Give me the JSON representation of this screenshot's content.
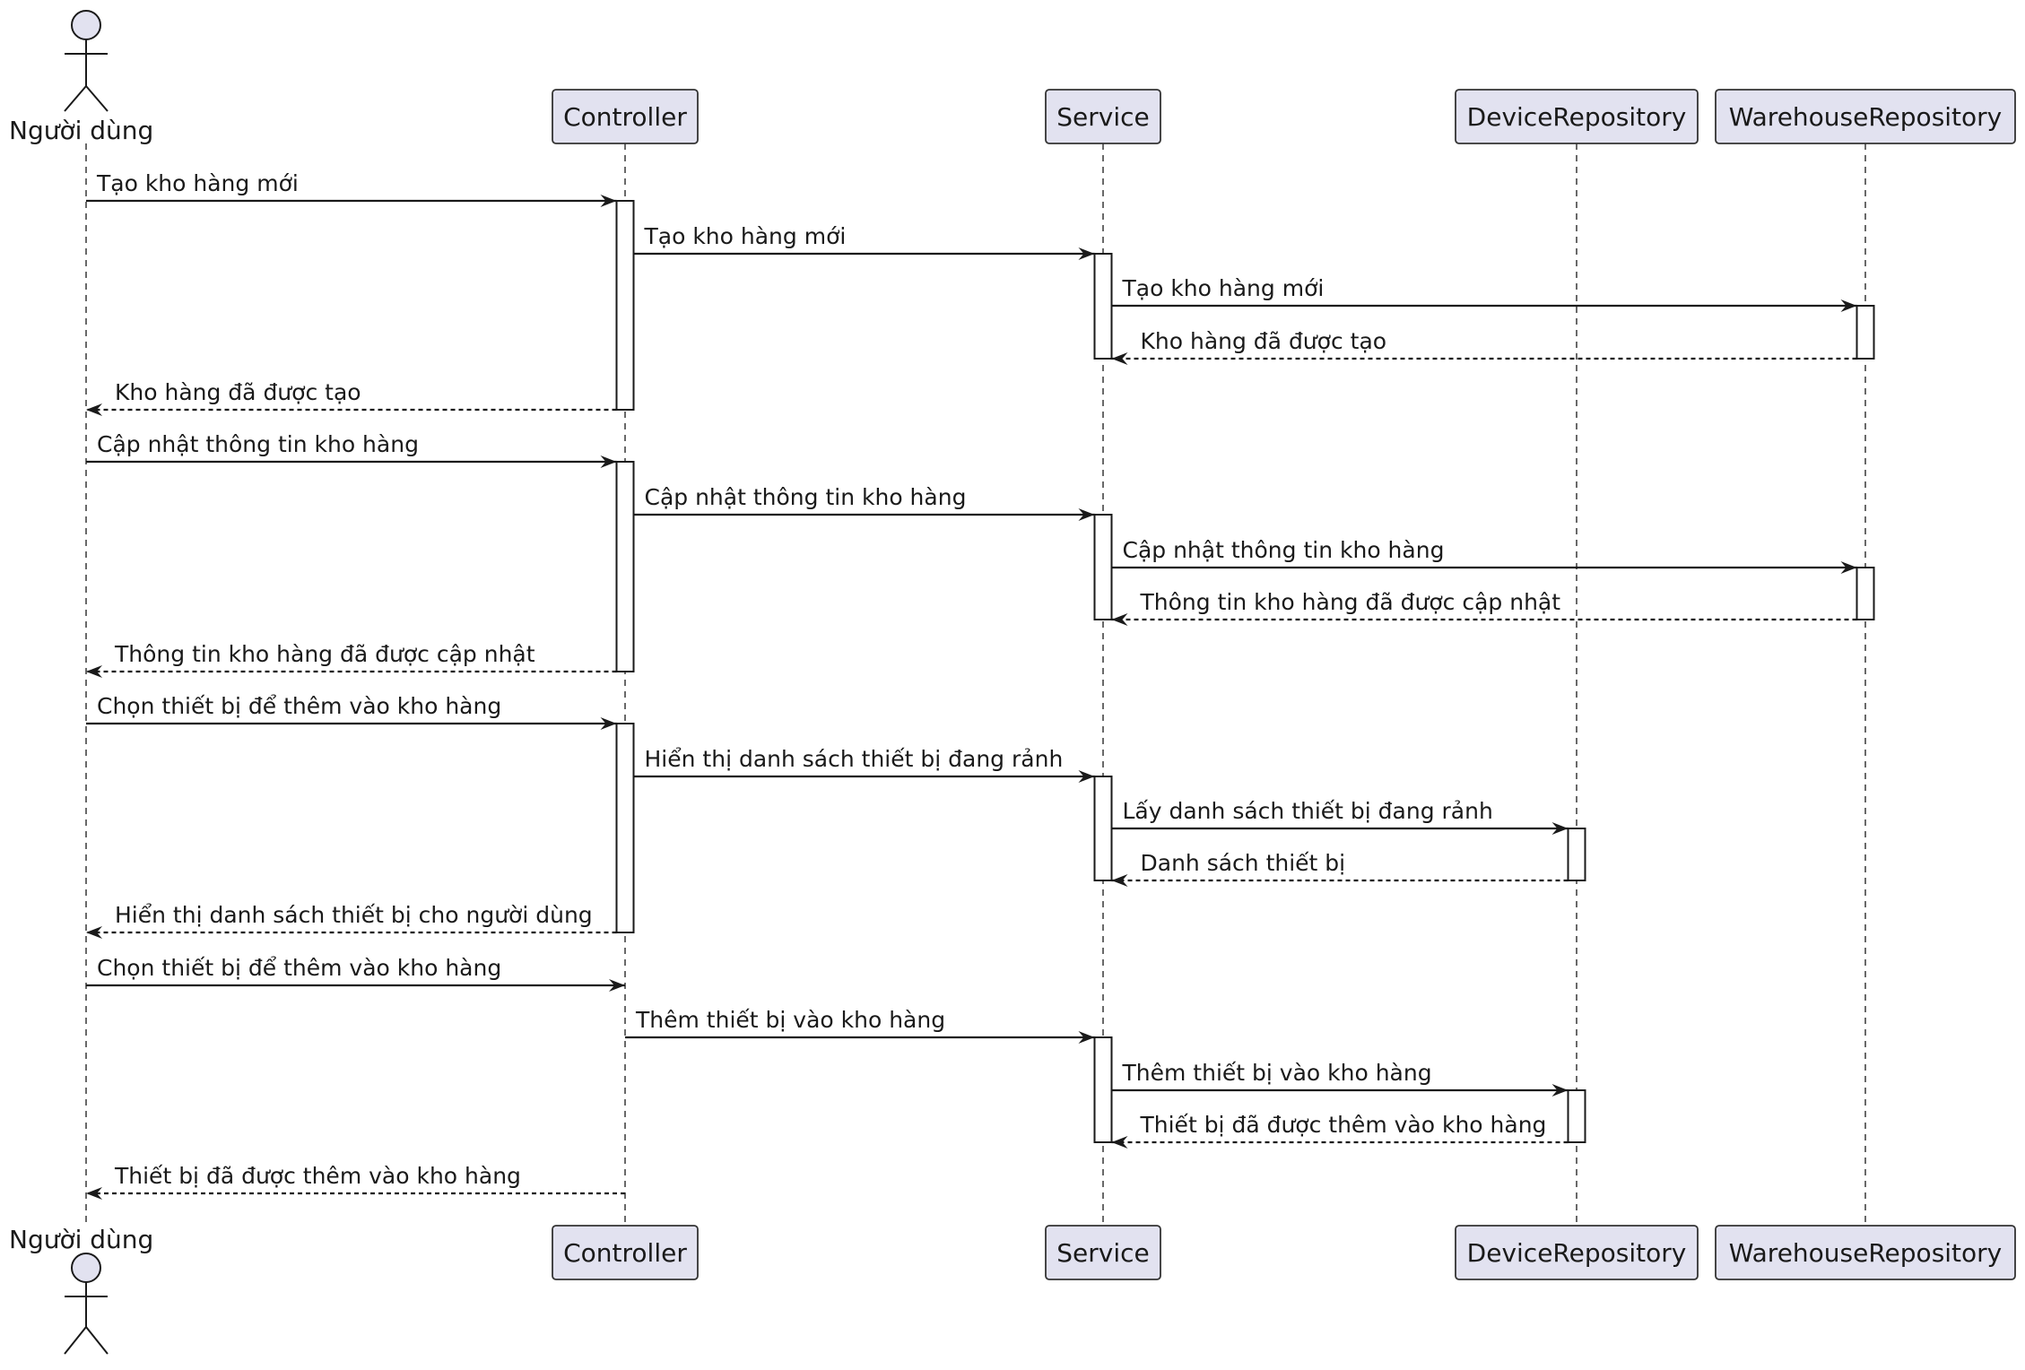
{
  "participants": [
    {
      "id": "user",
      "label": "Người dùng",
      "kind": "actor"
    },
    {
      "id": "controller",
      "label": "Controller",
      "kind": "box"
    },
    {
      "id": "service",
      "label": "Service",
      "kind": "box"
    },
    {
      "id": "devrepo",
      "label": "DeviceRepository",
      "kind": "box"
    },
    {
      "id": "whrepo",
      "label": "WarehouseRepository",
      "kind": "box"
    }
  ],
  "messages": [
    {
      "from": "user",
      "to": "controller",
      "label": "Tạo kho hàng mới",
      "type": "sync"
    },
    {
      "from": "controller",
      "to": "service",
      "label": "Tạo kho hàng mới",
      "type": "sync"
    },
    {
      "from": "service",
      "to": "whrepo",
      "label": "Tạo kho hàng mới",
      "type": "sync"
    },
    {
      "from": "whrepo",
      "to": "service",
      "label": "Kho hàng đã được tạo",
      "type": "return"
    },
    {
      "from": "controller",
      "to": "user",
      "label": "Kho hàng đã được tạo",
      "type": "return"
    },
    {
      "from": "user",
      "to": "controller",
      "label": "Cập nhật thông tin kho hàng",
      "type": "sync"
    },
    {
      "from": "controller",
      "to": "service",
      "label": "Cập nhật thông tin kho hàng",
      "type": "sync"
    },
    {
      "from": "service",
      "to": "whrepo",
      "label": "Cập nhật thông tin kho hàng",
      "type": "sync"
    },
    {
      "from": "whrepo",
      "to": "service",
      "label": "Thông tin kho hàng đã được cập nhật",
      "type": "return"
    },
    {
      "from": "controller",
      "to": "user",
      "label": "Thông tin kho hàng đã được cập nhật",
      "type": "return"
    },
    {
      "from": "user",
      "to": "controller",
      "label": "Chọn thiết bị để thêm vào kho hàng",
      "type": "sync"
    },
    {
      "from": "controller",
      "to": "service",
      "label": "Hiển thị danh sách thiết bị đang rảnh",
      "type": "sync"
    },
    {
      "from": "service",
      "to": "devrepo",
      "label": "Lấy danh sách thiết bị đang rảnh",
      "type": "sync"
    },
    {
      "from": "devrepo",
      "to": "service",
      "label": "Danh sách thiết bị",
      "type": "return"
    },
    {
      "from": "controller",
      "to": "user",
      "label": "Hiển thị danh sách thiết bị cho người dùng",
      "type": "return"
    },
    {
      "from": "user",
      "to": "controller",
      "label": "Chọn thiết bị để thêm vào kho hàng",
      "type": "sync"
    },
    {
      "from": "controller",
      "to": "service",
      "label": "Thêm thiết bị vào kho hàng",
      "type": "sync"
    },
    {
      "from": "service",
      "to": "devrepo",
      "label": "Thêm thiết bị vào kho hàng",
      "type": "sync"
    },
    {
      "from": "devrepo",
      "to": "service",
      "label": "Thiết bị đã được thêm vào kho hàng",
      "type": "return"
    },
    {
      "from": "controller",
      "to": "user",
      "label": "Thiết bị đã được thêm vào kho hàng",
      "type": "return"
    }
  ],
  "activations": [
    {
      "participant": "controller",
      "from_msg": 0,
      "to_msg": 4
    },
    {
      "participant": "service",
      "from_msg": 1,
      "to_msg": 3
    },
    {
      "participant": "whrepo",
      "from_msg": 2,
      "to_msg": 3
    },
    {
      "participant": "controller",
      "from_msg": 5,
      "to_msg": 9
    },
    {
      "participant": "service",
      "from_msg": 6,
      "to_msg": 8
    },
    {
      "participant": "whrepo",
      "from_msg": 7,
      "to_msg": 8
    },
    {
      "participant": "controller",
      "from_msg": 10,
      "to_msg": 14
    },
    {
      "participant": "service",
      "from_msg": 11,
      "to_msg": 13
    },
    {
      "participant": "devrepo",
      "from_msg": 12,
      "to_msg": 13
    },
    {
      "participant": "service",
      "from_msg": 16,
      "to_msg": 18
    },
    {
      "participant": "devrepo",
      "from_msg": 17,
      "to_msg": 18
    }
  ]
}
